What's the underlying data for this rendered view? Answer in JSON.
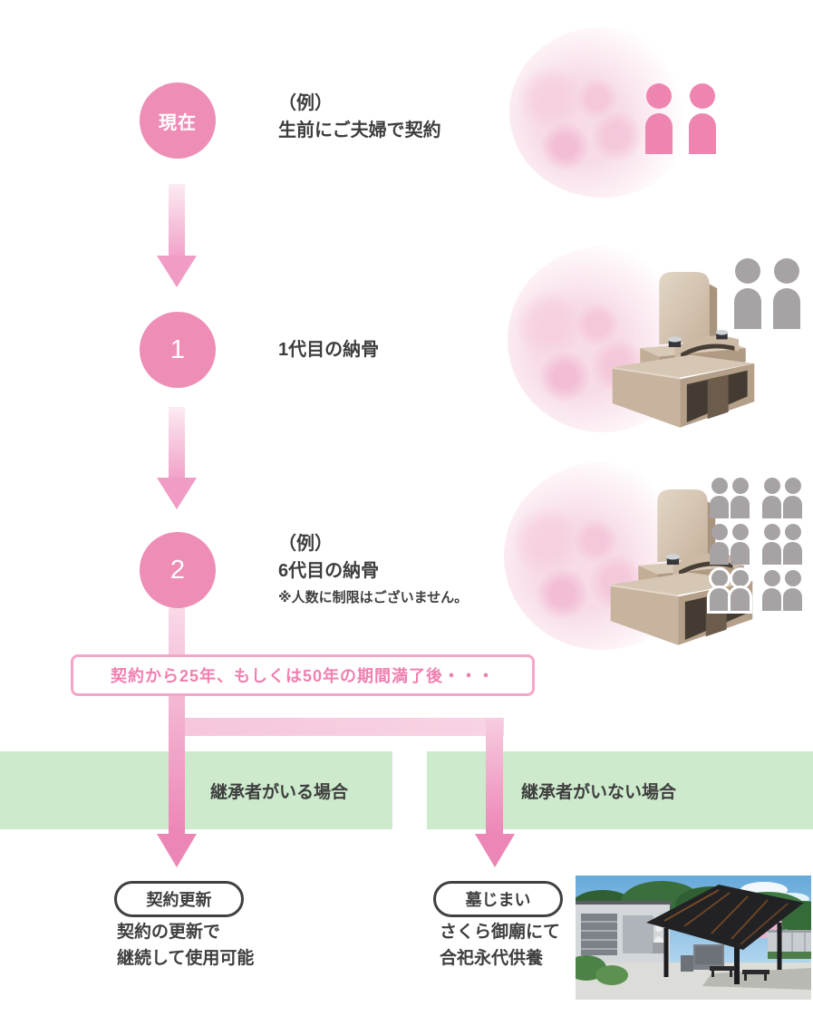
{
  "steps": [
    {
      "badge": "現在",
      "line1": "（例）",
      "line2": "生前にご夫婦で契約"
    },
    {
      "badge": "1",
      "line1": "1代目の納骨"
    },
    {
      "badge": "2",
      "line1": "（例）",
      "line2": "6代目の納骨",
      "note": "※人数に制限はございません。"
    }
  ],
  "period_box": {
    "label": "契約から25年、もしくは50年の期間満了後・・・"
  },
  "branches": [
    {
      "band": "継承者がいる場合",
      "pill": "契約更新",
      "line1": "契約の更新で",
      "line2": "継続して使用可能"
    },
    {
      "band": "継承者がいない場合",
      "pill": "墓じまい",
      "line1": "さくら御廟にて",
      "line2": "合祀永代供養"
    }
  ],
  "palette": {
    "accent_pink": "#ee8db6",
    "arrow_pink_light": "#fcebf3",
    "arrow_pink_deep": "#ec86b6",
    "box_border_pink": "#f4a6c9",
    "box_text_pink": "#f07fb0",
    "band_green": "#cdeacd",
    "text_dark": "#3e3e3e",
    "person_pink": "#ee85b0",
    "person_gray": "#a7a3a5"
  },
  "icons": {
    "person-icon": "head circle + arched body CSS shape",
    "sakura-image": "soft pink radial-gradient blossom blob",
    "grave-monument-image": "inline SVG granite monument",
    "cemetery-pavilion-photo": "inline SVG pavilion scene"
  }
}
